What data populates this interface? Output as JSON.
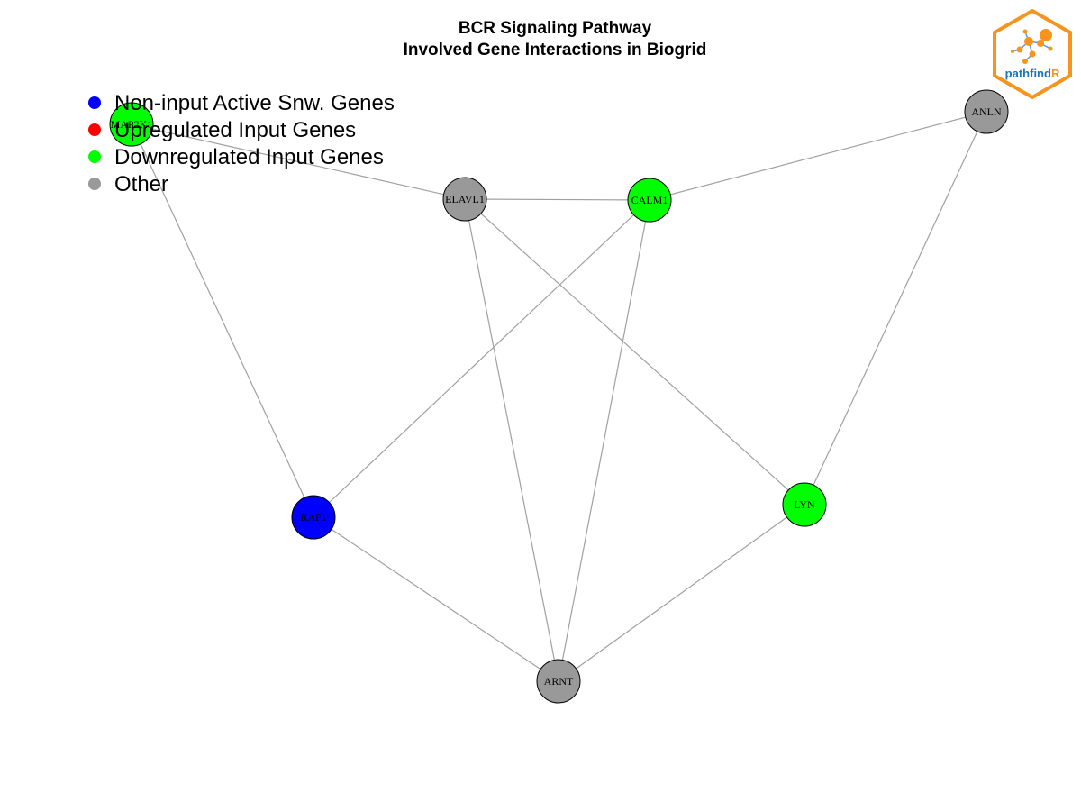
{
  "title": {
    "line1": "BCR Signaling Pathway",
    "line2": "Involved Gene Interactions in Biogrid"
  },
  "legend": [
    {
      "label": "Non-input Active Snw. Genes",
      "color": "#0000ff"
    },
    {
      "label": "Upregulated Input Genes",
      "color": "#ff0000"
    },
    {
      "label": "Downregulated Input Genes",
      "color": "#00ff00"
    },
    {
      "label": "Other",
      "color": "#999999"
    }
  ],
  "nodes": [
    {
      "id": "MAP2K1",
      "label": "MAP2K1",
      "category": "downregulated"
    },
    {
      "id": "ELAVL1",
      "label": "ELAVL1",
      "category": "other"
    },
    {
      "id": "CALM1",
      "label": "CALM1",
      "category": "downregulated"
    },
    {
      "id": "ANLN",
      "label": "ANLN",
      "category": "other"
    },
    {
      "id": "RAF1",
      "label": "RAF1",
      "category": "nonInput"
    },
    {
      "id": "LYN",
      "label": "LYN",
      "category": "downregulated"
    },
    {
      "id": "ARNT",
      "label": "ARNT",
      "category": "other"
    }
  ],
  "edges": [
    [
      "MAP2K1",
      "ELAVL1"
    ],
    [
      "MAP2K1",
      "RAF1"
    ],
    [
      "ELAVL1",
      "CALM1"
    ],
    [
      "ELAVL1",
      "LYN"
    ],
    [
      "ELAVL1",
      "ARNT"
    ],
    [
      "CALM1",
      "ANLN"
    ],
    [
      "CALM1",
      "RAF1"
    ],
    [
      "CALM1",
      "ARNT"
    ],
    [
      "ANLN",
      "LYN"
    ],
    [
      "RAF1",
      "ARNT"
    ],
    [
      "LYN",
      "ARNT"
    ]
  ],
  "category_colors": {
    "nonInput": "#0000ff",
    "upregulated": "#ff0000",
    "downregulated": "#00ff00",
    "other": "#999999"
  },
  "edge_color": "#a0a0a0",
  "logo": {
    "text_main": "pathfind",
    "text_accent": "R",
    "border_color": "#f7941d",
    "text_color": "#1b75bb",
    "accent_color": "#f7941d",
    "icon": "network-hexagon-icon"
  }
}
